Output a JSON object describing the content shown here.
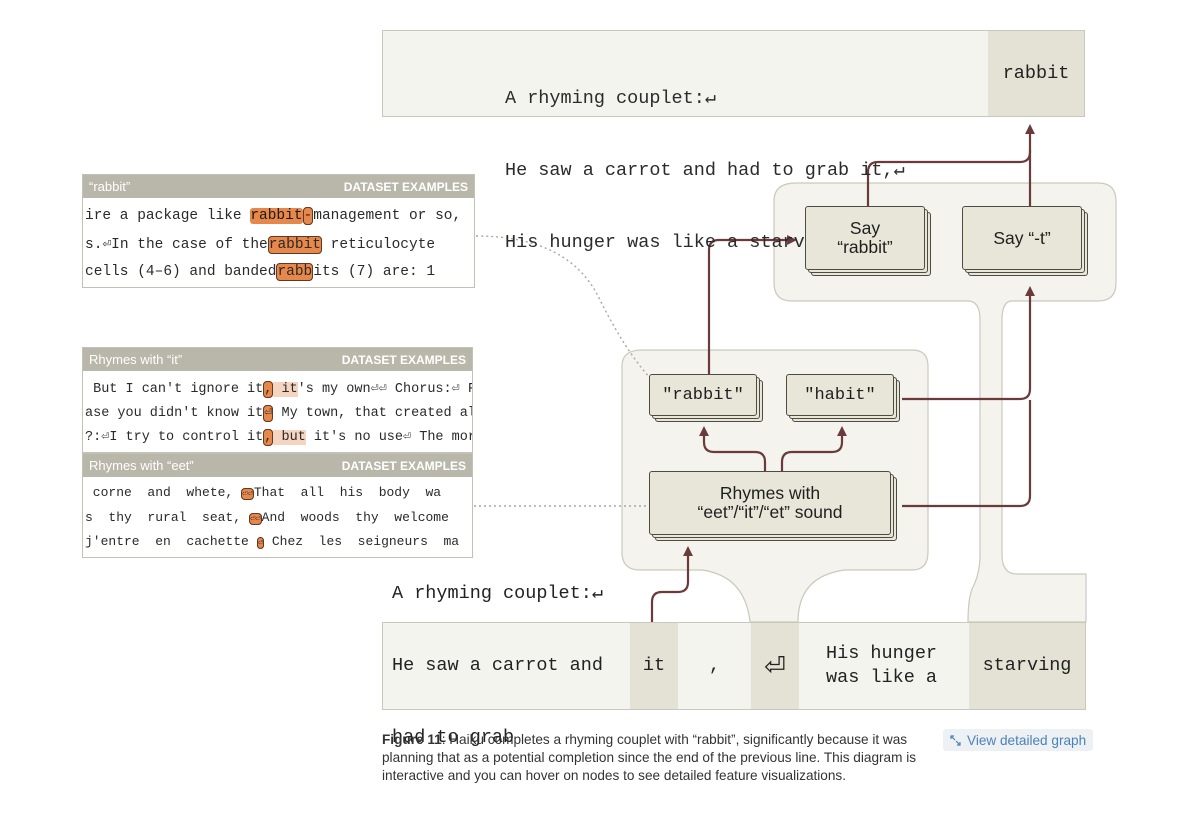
{
  "output": {
    "prompt_lines": [
      "A rhyming couplet:↵",
      "He saw a carrot and had to grab it,↵",
      "His hunger was like a starving"
    ],
    "prediction": "rabbit"
  },
  "nodes": {
    "say_rabbit": "Say\n“rabbit”",
    "say_t": "Say “-t”",
    "rabbit": "\"rabbit\"",
    "habit": "\"habit\"",
    "rhymes": "Rhymes with\n“eet”/“it”/“et” sound"
  },
  "panels": {
    "rabbit": {
      "title": "“rabbit”",
      "label": "DATASET EXAMPLES",
      "rows": [
        {
          "pre": "ire a package like ",
          "hl": "rabbit",
          "hl2": "-",
          "post": "management or so,"
        },
        {
          "pre": "s.⏎In the case of the",
          "hl": "rabbit",
          "post": " reticulocyte"
        },
        {
          "pre": "cells (4–6) and banded",
          "hl": "rabb",
          "post": "its (7) are: 1"
        }
      ]
    },
    "it": {
      "title": "Rhymes with “it”",
      "label": "DATASET EXAMPLES",
      "rows": [
        {
          "pre": " But I can't ignore it",
          "hl": ",",
          "light": " it",
          "post": "'s my own⏎⏎ Chorus:⏎ F"
        },
        {
          "pre": "ase you didn't know it",
          "hl": "⏎",
          "post": " My town, that created all"
        },
        {
          "pre": "?:⏎I try to control it",
          "hl": ",",
          "light": " but",
          "post": " it's no use⏎ The mor"
        }
      ]
    },
    "eet": {
      "title": "Rhymes with “eet”",
      "label": "DATASET EXAMPLES",
      "rows": [
        {
          "pre": " corne  and  whete, ",
          "hl": "⏎⏎",
          "post": "That  all  his  body  wa"
        },
        {
          "pre": "s  thy  rural  seat, ",
          "hl": "⏎⏎",
          "post": "And  woods  thy  welcome"
        },
        {
          "pre": "j'entre  en  cachette ",
          "hl": "⏎",
          "post": " Chez  les  seigneurs  ma"
        }
      ]
    }
  },
  "input": {
    "prefix_lines": [
      "A rhyming couplet:↵",
      "He saw a carrot and",
      "had to grab"
    ],
    "tokens": [
      "it",
      ",",
      "⏎",
      "His hunger\nwas like a",
      "starving"
    ]
  },
  "caption": {
    "label": "Figure 11",
    "text": ": Haiku completes a rhyming couplet with “rabbit”, significantly because it was planning that as a potential completion since the end of the previous line.  This diagram is interactive and you can hover on nodes to see detailed feature visualizations."
  },
  "view_button": "View detailed graph",
  "colors": {
    "arrow": "#6b3b3b",
    "group_bg": "#f4f3ed",
    "node_bg": "#e8e5d9",
    "highlight": "#e8874a"
  }
}
